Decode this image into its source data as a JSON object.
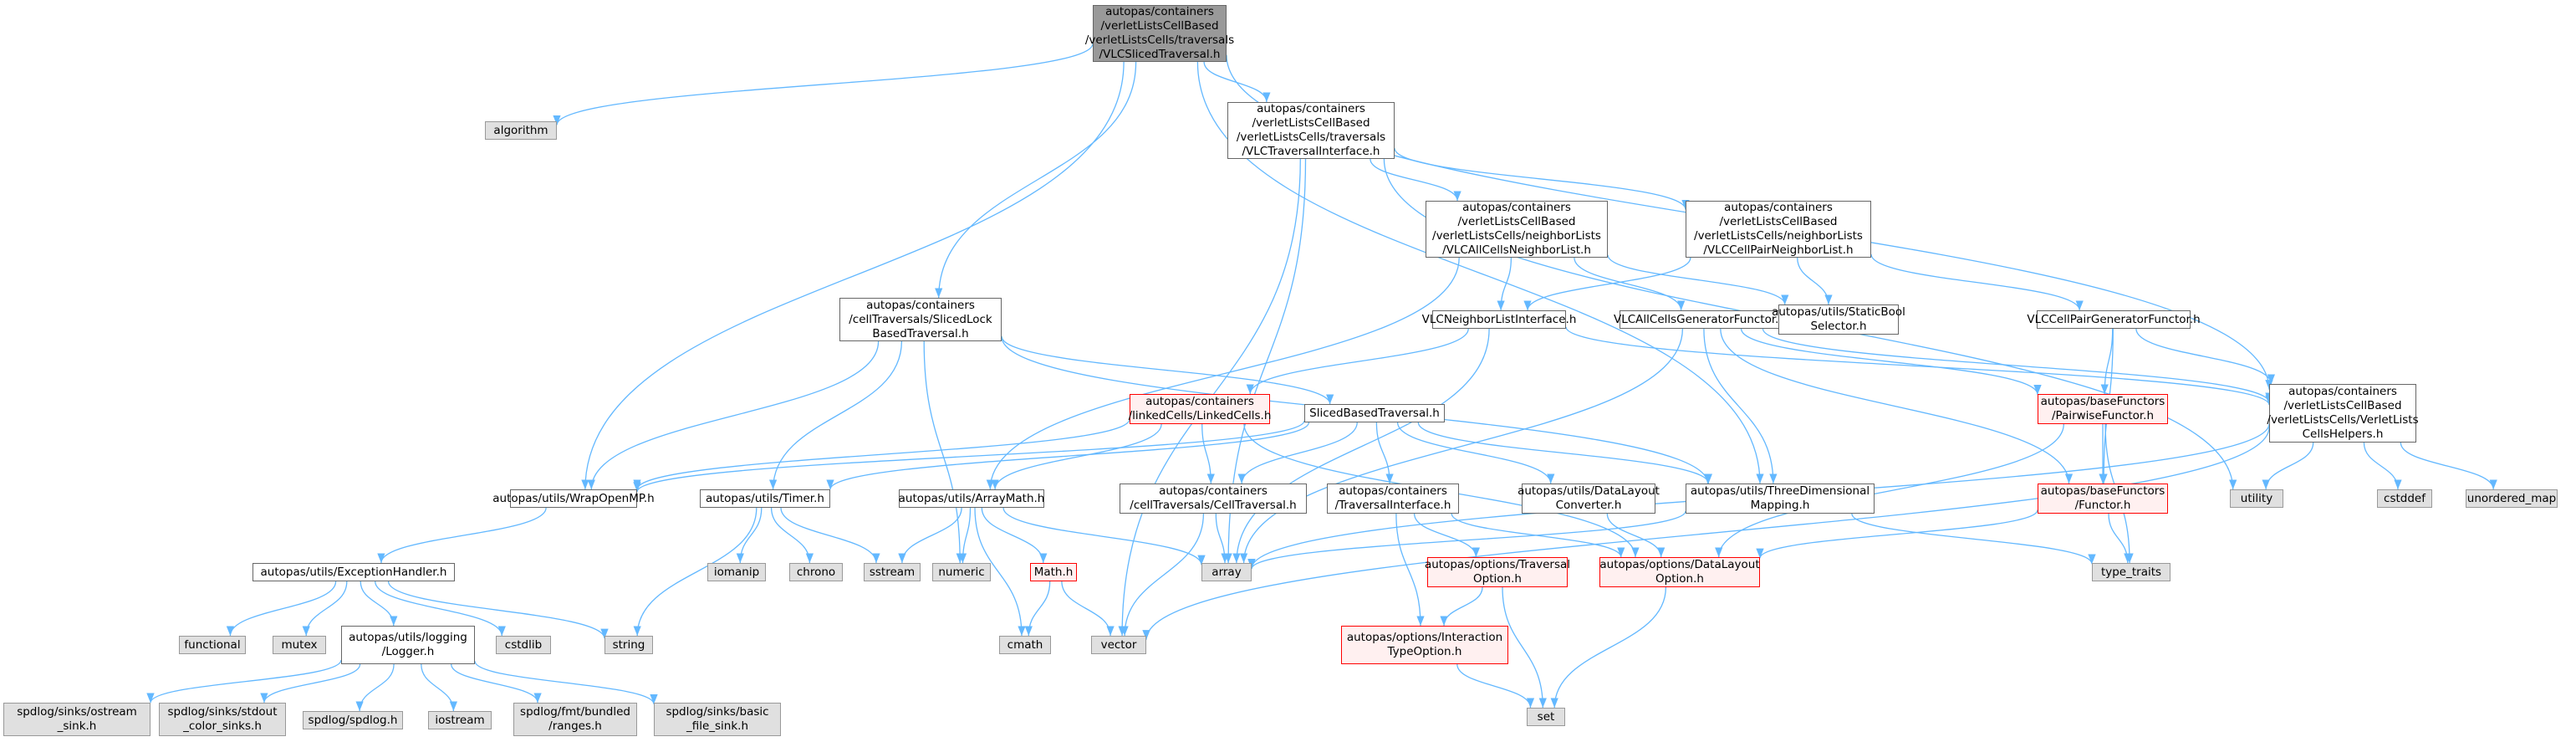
{
  "colors": {
    "edge": "#63b8ff",
    "current_fill": "#999999",
    "file_border": "#666666",
    "truncated_border": "#ff0000",
    "truncated_fill": "#fff0f0",
    "system_fill": "#e0e0e0"
  },
  "nodes": [
    {
      "id": "vlcsliced",
      "kind": "current",
      "label": "autopas/containers\n/verletListsCellBased\n/verletListsCells/traversals\n/VLCSlicedTraversal.h"
    },
    {
      "id": "algorithm",
      "kind": "system",
      "label": "algorithm"
    },
    {
      "id": "vlctraversalif",
      "kind": "file",
      "label": "autopas/containers\n/verletListsCellBased\n/verletListsCells/traversals\n/VLCTraversalInterface.h"
    },
    {
      "id": "vlcallcellsnl",
      "kind": "file",
      "label": "autopas/containers\n/verletListsCellBased\n/verletListsCells/neighborLists\n/VLCAllCellsNeighborList.h"
    },
    {
      "id": "vlccellpairnl",
      "kind": "file",
      "label": "autopas/containers\n/verletListsCellBased\n/verletListsCells/neighborLists\n/VLCCellPairNeighborList.h"
    },
    {
      "id": "slicedlock",
      "kind": "file",
      "label": "autopas/containers\n/cellTraversals/SlicedLock\nBasedTraversal.h"
    },
    {
      "id": "vlcnlif",
      "kind": "file",
      "label": "VLCNeighborListInterface.h"
    },
    {
      "id": "vlcallgen",
      "kind": "file",
      "label": "VLCAllCellsGeneratorFunctor.h"
    },
    {
      "id": "staticbool",
      "kind": "file",
      "label": "autopas/utils/StaticBool\nSelector.h"
    },
    {
      "id": "vlcpairgen",
      "kind": "file",
      "label": "VLCCellPairGeneratorFunctor.h"
    },
    {
      "id": "linkedcells",
      "kind": "trunc",
      "label": "autopas/containers\n/linkedCells/LinkedCells.h"
    },
    {
      "id": "slicedbased",
      "kind": "file",
      "label": "SlicedBasedTraversal.h"
    },
    {
      "id": "pairwisefunctor",
      "kind": "trunc",
      "label": "autopas/baseFunctors\n/PairwiseFunctor.h"
    },
    {
      "id": "verlethelpers",
      "kind": "file",
      "label": "autopas/containers\n/verletListsCellBased\n/verletListsCells/VerletLists\nCellsHelpers.h"
    },
    {
      "id": "wrapopenmp",
      "kind": "file",
      "label": "autopas/utils/WrapOpenMP.h"
    },
    {
      "id": "timer",
      "kind": "file",
      "label": "autopas/utils/Timer.h"
    },
    {
      "id": "arraymath",
      "kind": "file",
      "label": "autopas/utils/ArrayMath.h"
    },
    {
      "id": "celltraversal",
      "kind": "file",
      "label": "autopas/containers\n/cellTraversals/CellTraversal.h"
    },
    {
      "id": "traversalif",
      "kind": "file",
      "label": "autopas/containers\n/TraversalInterface.h"
    },
    {
      "id": "datalayoutconv",
      "kind": "file",
      "label": "autopas/utils/DataLayout\nConverter.h"
    },
    {
      "id": "threedim",
      "kind": "file",
      "label": "autopas/utils/ThreeDimensional\nMapping.h"
    },
    {
      "id": "functor",
      "kind": "trunc",
      "label": "autopas/baseFunctors\n/Functor.h"
    },
    {
      "id": "utility",
      "kind": "system",
      "label": "utility"
    },
    {
      "id": "cstddef",
      "kind": "system",
      "label": "cstddef"
    },
    {
      "id": "unordered_map",
      "kind": "system",
      "label": "unordered_map"
    },
    {
      "id": "exception",
      "kind": "file",
      "label": "autopas/utils/ExceptionHandler.h"
    },
    {
      "id": "iomanip",
      "kind": "system",
      "label": "iomanip"
    },
    {
      "id": "chrono",
      "kind": "system",
      "label": "chrono"
    },
    {
      "id": "sstream",
      "kind": "system",
      "label": "sstream"
    },
    {
      "id": "numeric",
      "kind": "system",
      "label": "numeric"
    },
    {
      "id": "array",
      "kind": "system",
      "label": "array"
    },
    {
      "id": "math",
      "kind": "trunc",
      "label": "Math.h"
    },
    {
      "id": "traversaloption",
      "kind": "trunc",
      "label": "autopas/options/Traversal\nOption.h"
    },
    {
      "id": "datalayoutoption",
      "kind": "trunc",
      "label": "autopas/options/DataLayout\nOption.h"
    },
    {
      "id": "type_traits",
      "kind": "system",
      "label": "type_traits"
    },
    {
      "id": "functional",
      "kind": "system",
      "label": "functional"
    },
    {
      "id": "mutex",
      "kind": "system",
      "label": "mutex"
    },
    {
      "id": "logger",
      "kind": "file",
      "label": "autopas/utils/logging\n/Logger.h"
    },
    {
      "id": "cstdlib",
      "kind": "system",
      "label": "cstdlib"
    },
    {
      "id": "string",
      "kind": "system",
      "label": "string"
    },
    {
      "id": "cmath",
      "kind": "system",
      "label": "cmath"
    },
    {
      "id": "vector",
      "kind": "system",
      "label": "vector"
    },
    {
      "id": "interactiontype",
      "kind": "trunc",
      "label": "autopas/options/Interaction\nTypeOption.h"
    },
    {
      "id": "set",
      "kind": "system",
      "label": "set"
    },
    {
      "id": "ostreamsink",
      "kind": "system",
      "label": "spdlog/sinks/ostream\n_sink.h"
    },
    {
      "id": "stdoutsinks",
      "kind": "system",
      "label": "spdlog/sinks/stdout\n_color_sinks.h"
    },
    {
      "id": "spdlog",
      "kind": "system",
      "label": "spdlog/spdlog.h"
    },
    {
      "id": "iostream",
      "kind": "system",
      "label": "iostream"
    },
    {
      "id": "ranges",
      "kind": "system",
      "label": "spdlog/fmt/bundled\n/ranges.h"
    },
    {
      "id": "basicfilesink",
      "kind": "system",
      "label": "spdlog/sinks/basic\n_file_sink.h"
    }
  ],
  "edges": [
    [
      "vlcsliced",
      "algorithm"
    ],
    [
      "vlcsliced",
      "vlctraversalif"
    ],
    [
      "vlcsliced",
      "slicedlock"
    ],
    [
      "vlcsliced",
      "wrapopenmp"
    ],
    [
      "vlcsliced",
      "threedim"
    ],
    [
      "vlcsliced",
      "verlethelpers"
    ],
    [
      "vlctraversalif",
      "vlcallcellsnl"
    ],
    [
      "vlctraversalif",
      "vlccellpairnl"
    ],
    [
      "vlctraversalif",
      "array"
    ],
    [
      "vlctraversalif",
      "vector"
    ],
    [
      "vlctraversalif",
      "utility"
    ],
    [
      "vlcallcellsnl",
      "vlcnlif"
    ],
    [
      "vlcallcellsnl",
      "vlcallgen"
    ],
    [
      "vlcallcellsnl",
      "staticbool"
    ],
    [
      "vlcallcellsnl",
      "arraymath"
    ],
    [
      "vlccellpairnl",
      "vlcnlif"
    ],
    [
      "vlccellpairnl",
      "vlcpairgen"
    ],
    [
      "vlccellpairnl",
      "staticbool"
    ],
    [
      "vlcnlif",
      "linkedcells"
    ],
    [
      "vlcnlif",
      "verlethelpers"
    ],
    [
      "vlcnlif",
      "array"
    ],
    [
      "vlcallgen",
      "pairwisefunctor"
    ],
    [
      "vlcallgen",
      "functor"
    ],
    [
      "vlcallgen",
      "threedim"
    ],
    [
      "vlcallgen",
      "verlethelpers"
    ],
    [
      "vlcallgen",
      "array"
    ],
    [
      "vlcpairgen",
      "pairwisefunctor"
    ],
    [
      "vlcpairgen",
      "functor"
    ],
    [
      "vlcpairgen",
      "verlethelpers"
    ],
    [
      "slicedlock",
      "slicedbased"
    ],
    [
      "slicedlock",
      "wrapopenmp"
    ],
    [
      "slicedlock",
      "timer"
    ],
    [
      "slicedlock",
      "numeric"
    ],
    [
      "slicedlock",
      "threedim"
    ],
    [
      "slicedbased",
      "wrapopenmp"
    ],
    [
      "slicedbased",
      "timer"
    ],
    [
      "slicedbased",
      "celltraversal"
    ],
    [
      "slicedbased",
      "traversalif"
    ],
    [
      "slicedbased",
      "datalayoutconv"
    ],
    [
      "slicedbased",
      "threedim"
    ],
    [
      "linkedcells",
      "wrapopenmp"
    ],
    [
      "linkedcells",
      "arraymath"
    ],
    [
      "linkedcells",
      "celltraversal"
    ],
    [
      "linkedcells",
      "datalayoutoption"
    ],
    [
      "pairwisefunctor",
      "functor"
    ],
    [
      "pairwisefunctor",
      "type_traits"
    ],
    [
      "pairwisefunctor",
      "datalayoutoption"
    ],
    [
      "functor",
      "type_traits"
    ],
    [
      "functor",
      "datalayoutoption"
    ],
    [
      "verlethelpers",
      "utility"
    ],
    [
      "verlethelpers",
      "cstddef"
    ],
    [
      "verlethelpers",
      "unordered_map"
    ],
    [
      "verlethelpers",
      "array"
    ],
    [
      "verlethelpers",
      "vector"
    ],
    [
      "wrapopenmp",
      "exception"
    ],
    [
      "timer",
      "iomanip"
    ],
    [
      "timer",
      "chrono"
    ],
    [
      "timer",
      "sstream"
    ],
    [
      "timer",
      "string"
    ],
    [
      "arraymath",
      "sstream"
    ],
    [
      "arraymath",
      "numeric"
    ],
    [
      "arraymath",
      "array"
    ],
    [
      "arraymath",
      "math"
    ],
    [
      "arraymath",
      "cmath"
    ],
    [
      "celltraversal",
      "array"
    ],
    [
      "celltraversal",
      "vector"
    ],
    [
      "traversalif",
      "traversaloption"
    ],
    [
      "traversalif",
      "datalayoutoption"
    ],
    [
      "traversalif",
      "interactiontype"
    ],
    [
      "datalayoutconv",
      "datalayoutoption"
    ],
    [
      "threedim",
      "array"
    ],
    [
      "threedim",
      "type_traits"
    ],
    [
      "math",
      "cmath"
    ],
    [
      "math",
      "vector"
    ],
    [
      "traversaloption",
      "interactiontype"
    ],
    [
      "traversaloption",
      "set"
    ],
    [
      "datalayoutoption",
      "set"
    ],
    [
      "interactiontype",
      "set"
    ],
    [
      "exception",
      "functional"
    ],
    [
      "exception",
      "mutex"
    ],
    [
      "exception",
      "logger"
    ],
    [
      "exception",
      "cstdlib"
    ],
    [
      "exception",
      "string"
    ],
    [
      "logger",
      "ostreamsink"
    ],
    [
      "logger",
      "stdoutsinks"
    ],
    [
      "logger",
      "spdlog"
    ],
    [
      "logger",
      "iostream"
    ],
    [
      "logger",
      "ranges"
    ],
    [
      "logger",
      "basicfilesink"
    ]
  ]
}
